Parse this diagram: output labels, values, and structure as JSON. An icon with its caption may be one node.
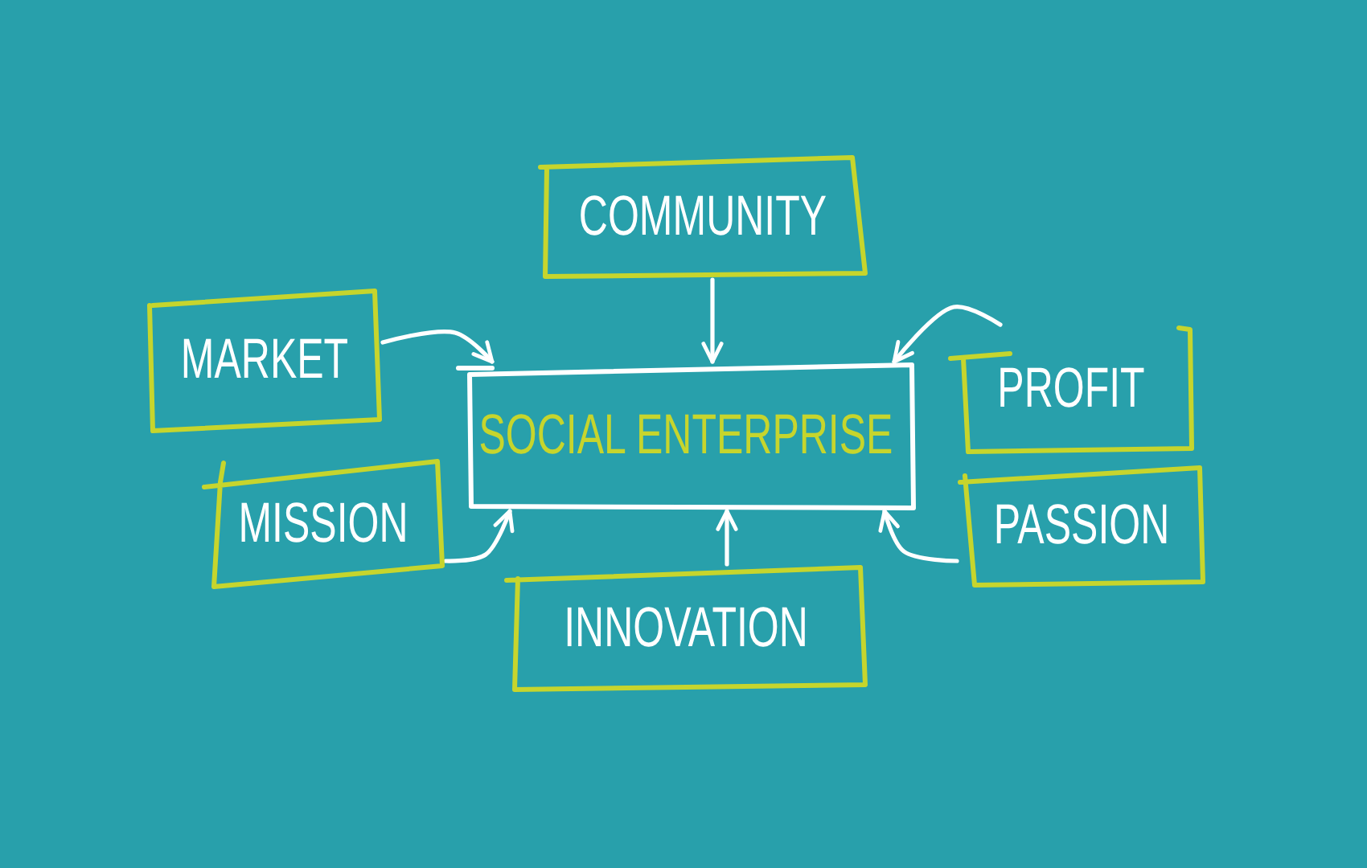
{
  "diagram": {
    "nodes": [
      {
        "text": [
          "COMMUNITY"
        ]
      },
      {
        "text": [
          "MARKET"
        ]
      },
      {
        "text": [
          "SOCIAL ENTERPRISE"
        ]
      },
      {
        "text": [
          "PROFIT"
        ]
      },
      {
        "text": [
          "MISSION"
        ]
      },
      {
        "text": [
          "PASSION"
        ]
      },
      {
        "text": [
          "INNOVATION"
        ]
      }
    ],
    "edges": [
      {
        "from": 0,
        "to": 2,
        "arrow": "to"
      },
      {
        "from": 1,
        "to": 2,
        "arrow": "to"
      },
      {
        "from": 3,
        "to": 2,
        "arrow": "to"
      },
      {
        "from": 4,
        "to": 2,
        "arrow": "to"
      },
      {
        "from": 5,
        "to": 2,
        "arrow": "to"
      },
      {
        "from": 6,
        "to": 2,
        "arrow": "to"
      }
    ]
  }
}
